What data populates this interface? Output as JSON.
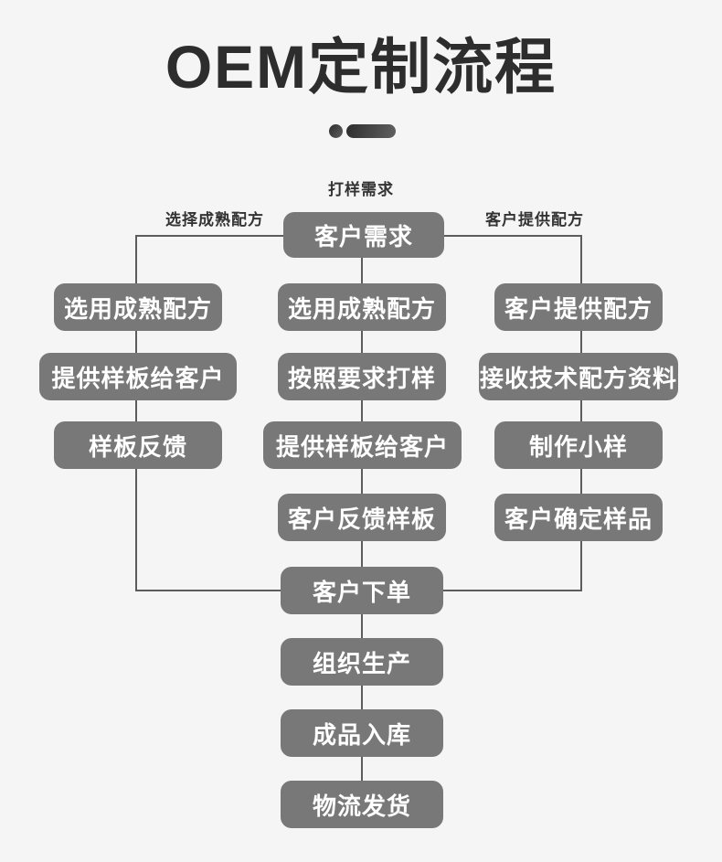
{
  "title": "OEM定制流程",
  "annotations": {
    "sampling_demand": "打样需求",
    "choose_mature_formula": "选择成熟配方",
    "customer_provides_formula": "客户提供配方"
  },
  "nodes": {
    "root": "客户需求",
    "left": [
      "选用成熟配方",
      "提供样板给客户",
      "样板反馈"
    ],
    "middle": [
      "选用成熟配方",
      "按照要求打样",
      "提供样板给客户",
      "客户反馈样板"
    ],
    "right": [
      "客户提供配方",
      "接收技术配方资料",
      "制作小样",
      "客户确定样品"
    ],
    "trunk": [
      "客户下单",
      "组织生产",
      "成品入库",
      "物流发货"
    ]
  },
  "colors": {
    "background": "#f5f5f5",
    "box_fill": "#787878",
    "box_text": "#ffffff",
    "connector": "#5c5c5c",
    "heading": "#2d2d2d",
    "annotation_text": "#333333"
  }
}
